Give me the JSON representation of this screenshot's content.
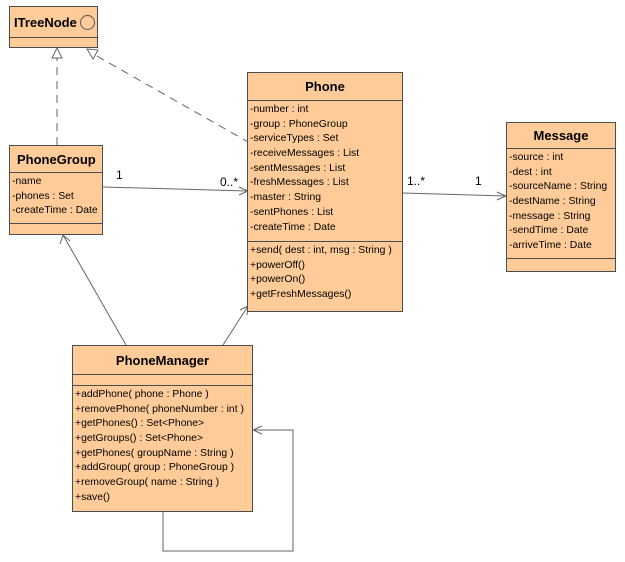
{
  "itreenode": {
    "name": "ITreeNode",
    "icon": "interface-circle-icon"
  },
  "phone": {
    "name": "Phone",
    "attributes": [
      "-number : int",
      "-group : PhoneGroup",
      "-serviceTypes : Set",
      "-receiveMessages : List",
      "-sentMessages : List",
      "-freshMessages : List",
      "-master : String",
      "-sentPhones : List",
      "-createTime : Date"
    ],
    "operations": [
      "+send( dest : int, msg : String )",
      "+powerOff()",
      "+powerOn()",
      "+getFreshMessages()"
    ]
  },
  "message": {
    "name": "Message",
    "attributes": [
      "-source : int",
      "-dest : int",
      "-sourceName : String",
      "-destName : String",
      "-message : String",
      "-sendTime : Date",
      "-arriveTime : Date"
    ]
  },
  "phonegroup": {
    "name": "PhoneGroup",
    "attributes": [
      "-name",
      "-phones : Set",
      "-createTime : Date"
    ]
  },
  "phonemanager": {
    "name": "PhoneManager",
    "operations": [
      "+addPhone( phone : Phone )",
      "+removePhone( phoneNumber : int )",
      "+getPhones() : Set<Phone>",
      "+getGroups() : Set<Phone>",
      "+getPhones( groupName : String )",
      "+addGroup( group : PhoneGroup )",
      "+removeGroup( name : String )",
      "+save()"
    ]
  },
  "multiplicities": {
    "group_to_phone_source": "1",
    "group_to_phone_target": "0..*",
    "phone_to_message_source": "1..*",
    "phone_to_message_target": "1"
  },
  "colors": {
    "class_fill": "#ffcc99",
    "border": "#4d4d4d",
    "line": "#666666"
  }
}
